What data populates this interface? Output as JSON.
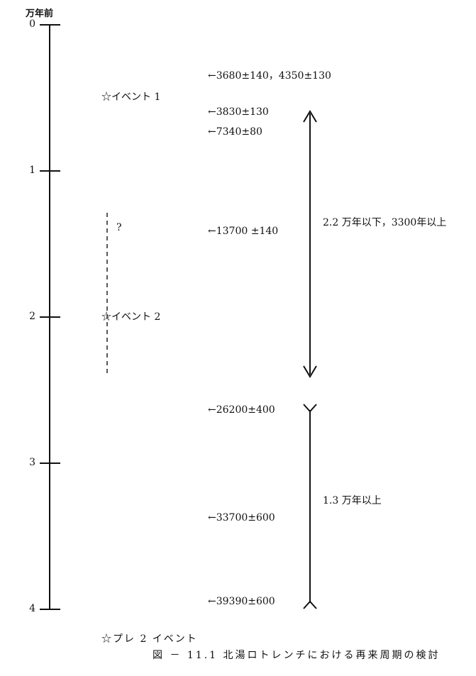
{
  "axis": {
    "unit_label": "万年前",
    "ticks": [
      "0",
      "1",
      "2",
      "3",
      "4"
    ]
  },
  "events": [
    {
      "label": "☆イベント 1"
    },
    {
      "label": "?"
    },
    {
      "label": "☆イベント 2"
    },
    {
      "label": "☆プレ 2 イベント"
    }
  ],
  "dates": [
    {
      "label": "←3680±140，4350±130"
    },
    {
      "label": "←3830±130"
    },
    {
      "label": "←7340±80"
    },
    {
      "label": "←13700 ±140"
    },
    {
      "label": "←26200±400"
    },
    {
      "label": "←33700±600"
    },
    {
      "label": "←39390±600"
    }
  ],
  "intervals": [
    {
      "label": "2.2 万年以下，3300年以上"
    },
    {
      "label": "1.3 万年以上"
    }
  ],
  "caption": "図 － 11.1 北湯ロトレンチにおける再来周期の検討"
}
